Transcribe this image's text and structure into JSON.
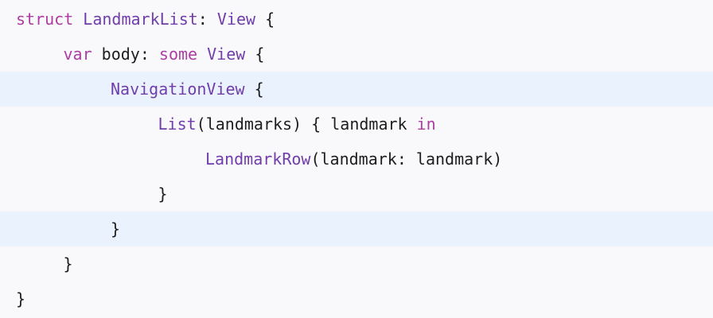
{
  "colors": {
    "background": "#f9f9fb",
    "highlight": "#eaf3fd",
    "keyword": "#ad3da4",
    "type": "#703daa",
    "plain": "#1d1d1f"
  },
  "code": {
    "lines": [
      {
        "indent": 0,
        "highlighted": false,
        "tokens": [
          {
            "text": "struct",
            "kind": "keyword"
          },
          {
            "text": " ",
            "kind": "plain"
          },
          {
            "text": "LandmarkList",
            "kind": "type"
          },
          {
            "text": ": ",
            "kind": "plain"
          },
          {
            "text": "View",
            "kind": "type"
          },
          {
            "text": " {",
            "kind": "plain"
          }
        ]
      },
      {
        "indent": 1,
        "highlighted": false,
        "tokens": [
          {
            "text": "var",
            "kind": "keyword"
          },
          {
            "text": " body: ",
            "kind": "plain"
          },
          {
            "text": "some",
            "kind": "keyword"
          },
          {
            "text": " ",
            "kind": "plain"
          },
          {
            "text": "View",
            "kind": "type"
          },
          {
            "text": " {",
            "kind": "plain"
          }
        ]
      },
      {
        "indent": 2,
        "highlighted": true,
        "tokens": [
          {
            "text": "NavigationView",
            "kind": "type"
          },
          {
            "text": " {",
            "kind": "plain"
          }
        ]
      },
      {
        "indent": 3,
        "highlighted": false,
        "tokens": [
          {
            "text": "List",
            "kind": "type"
          },
          {
            "text": "(landmarks) { landmark ",
            "kind": "plain"
          },
          {
            "text": "in",
            "kind": "keyword"
          }
        ]
      },
      {
        "indent": 4,
        "highlighted": false,
        "tokens": [
          {
            "text": "LandmarkRow",
            "kind": "type"
          },
          {
            "text": "(landmark: landmark)",
            "kind": "plain"
          }
        ]
      },
      {
        "indent": 3,
        "highlighted": false,
        "tokens": [
          {
            "text": "}",
            "kind": "plain"
          }
        ]
      },
      {
        "indent": 2,
        "highlighted": true,
        "tokens": [
          {
            "text": "}",
            "kind": "plain"
          }
        ]
      },
      {
        "indent": 1,
        "highlighted": false,
        "tokens": [
          {
            "text": "}",
            "kind": "plain"
          }
        ]
      },
      {
        "indent": 0,
        "highlighted": false,
        "tokens": [
          {
            "text": "}",
            "kind": "plain"
          }
        ]
      }
    ]
  }
}
